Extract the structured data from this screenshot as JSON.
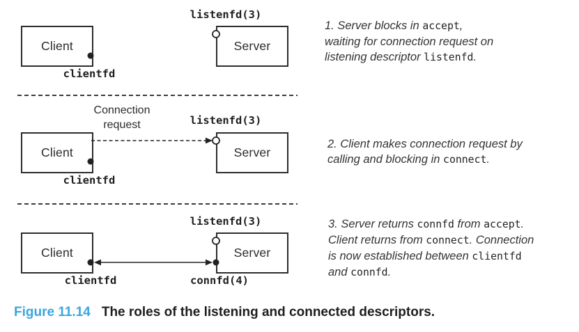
{
  "colors": {
    "accent_blue": "#38a6dd",
    "ink": "#2c2c2c",
    "note_text": "#333333"
  },
  "caption": {
    "figure_label": "Figure 11.14",
    "title": "The roles of the listening and connected descriptors."
  },
  "panels": [
    {
      "client_label": "Client",
      "client_fd_label": "clientfd",
      "server_label": "Server",
      "listen_fd_label": "listenfd(3)",
      "note_lines": [
        [
          {
            "text": "1. Server blocks in ",
            "style": "italic"
          },
          {
            "text": "accept",
            "style": "code"
          },
          {
            "text": ",",
            "style": "italic"
          }
        ],
        [
          {
            "text": "waiting for connection request on",
            "style": "italic"
          }
        ],
        [
          {
            "text": "listening descriptor ",
            "style": "italic"
          },
          {
            "text": "listenfd",
            "style": "code"
          },
          {
            "text": ".",
            "style": "italic"
          }
        ]
      ]
    },
    {
      "client_label": "Client",
      "client_fd_label": "clientfd",
      "server_label": "Server",
      "listen_fd_label": "listenfd(3)",
      "arrow_label": [
        "Connection",
        "request"
      ],
      "note_lines": [
        [
          {
            "text": "2. Client makes connection request by",
            "style": "italic"
          }
        ],
        [
          {
            "text": "calling and blocking in ",
            "style": "italic"
          },
          {
            "text": "connect",
            "style": "code"
          },
          {
            "text": ".",
            "style": "italic"
          }
        ]
      ]
    },
    {
      "client_label": "Client",
      "client_fd_label": "clientfd",
      "server_label": "Server",
      "listen_fd_label": "listenfd(3)",
      "conn_fd_label": "connfd(4)",
      "note_lines": [
        [
          {
            "text": "3. Server returns ",
            "style": "italic"
          },
          {
            "text": "connfd",
            "style": "code"
          },
          {
            "text": " from ",
            "style": "italic"
          },
          {
            "text": "accept",
            "style": "code"
          },
          {
            "text": ".",
            "style": "italic"
          }
        ],
        [
          {
            "text": "Client returns from ",
            "style": "italic"
          },
          {
            "text": "connect",
            "style": "code"
          },
          {
            "text": ". Connection",
            "style": "italic"
          }
        ],
        [
          {
            "text": "is now established between ",
            "style": "italic"
          },
          {
            "text": "clientfd",
            "style": "code"
          }
        ],
        [
          {
            "text": "and ",
            "style": "italic"
          },
          {
            "text": "connfd",
            "style": "code"
          },
          {
            "text": ".",
            "style": "italic"
          }
        ]
      ]
    }
  ]
}
